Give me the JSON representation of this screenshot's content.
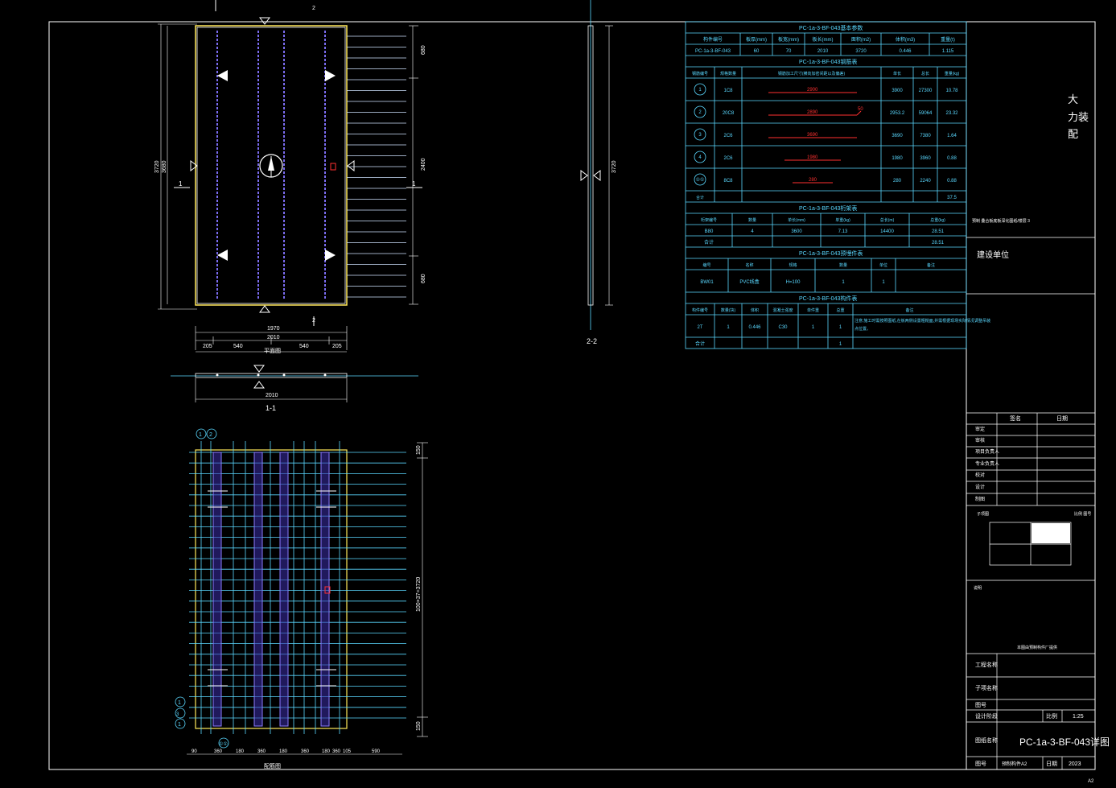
{
  "drawing": {
    "title": "PC-1a-3-BF-043详图",
    "scale": "1:25",
    "date": "2023",
    "sheet_corner": "A2",
    "company_vertical": [
      "大",
      "力装",
      "配"
    ],
    "construction_unit": "建设单位"
  },
  "views": {
    "plan_dims": {
      "bottom_total": "2010",
      "bottom_inner": "1970",
      "left_total": "3720",
      "left_inner": "3680",
      "right_top": "680",
      "right_mid": "2400",
      "right_bot": "680",
      "segs": [
        "205",
        "540",
        "540",
        "205"
      ],
      "plan_label": "平面图",
      "rebar_label": "配筋图"
    },
    "section_11": {
      "label": "1-1",
      "width": "2010"
    },
    "section_22": {
      "label": "2-2",
      "height": "3720"
    },
    "rebar_dims": {
      "right_total": "100×37=3720",
      "right_top": "150",
      "right_bot": "150",
      "bottom_segs": [
        "90",
        "360",
        "180",
        "360",
        "180",
        "360",
        "180",
        "360",
        "105",
        "590"
      ]
    },
    "callouts": [
      "1",
      "2",
      "3",
      "1",
      "1",
      "1",
      "①①"
    ],
    "mark_1": "1",
    "mark_2": "2",
    "mark_3": "3",
    "mark_4": "4",
    "mark_5": "①①"
  },
  "tables": {
    "basic": {
      "title": "PC-1a-3-BF-043基本参数",
      "headers": [
        "构件编号",
        "板厚(mm)",
        "板宽(mm)",
        "板长(mm)",
        "面积(m2)",
        "体积(m3)",
        "重量(t)"
      ],
      "row": [
        "PC-1a-3-BF-043",
        "60",
        "70",
        "2010",
        "3720",
        "0.446",
        "1.115"
      ]
    },
    "rebar": {
      "title": "PC-1a-3-BF-043钢筋表",
      "headers": [
        "钢筋编号",
        "规格数量",
        "钢筋加工尺寸(横向加密间距以及偏差)",
        "单长",
        "总长",
        "重量(kg)"
      ],
      "rows": [
        {
          "no": "1",
          "spec": "1C8",
          "shape": "2900",
          "len": "3900",
          "total": "27300",
          "wt": "10.78"
        },
        {
          "no": "2",
          "spec": "20C8",
          "shape": "2890",
          "len": "2953.2",
          "total": "59064",
          "wt": "23.32"
        },
        {
          "no": "3",
          "spec": "2C6",
          "shape": "3690",
          "len": "3690",
          "total": "7380",
          "wt": "1.64"
        },
        {
          "no": "4",
          "spec": "2C6",
          "shape": "1980",
          "len": "1980",
          "total": "3960",
          "wt": "0.88"
        },
        {
          "no": "①①",
          "spec": "8C8",
          "shape": "280",
          "len": "280",
          "total": "2240",
          "wt": "0.88"
        }
      ],
      "sum_label": "合计",
      "sum_value": "37.5",
      "shape_hook": "50"
    },
    "truss": {
      "title": "PC-1a-3-BF-043桁架表",
      "headers": [
        "桁架编号",
        "数量",
        "单长(mm)",
        "单重(kg)",
        "总长(m)",
        "总重(kg)"
      ],
      "row": [
        "B80",
        "4",
        "3600",
        "7.13",
        "14400",
        "28.51"
      ],
      "sum": [
        "合计",
        "",
        "",
        "",
        "",
        "28.51"
      ]
    },
    "embed": {
      "title": "PC-1a-3-BF-043预埋件表",
      "headers": [
        "编号",
        "名称",
        "规格",
        "数量",
        "单位",
        "备注"
      ],
      "row": [
        "BW01",
        "PVC线盒",
        "H=100",
        "1",
        "1",
        ""
      ]
    },
    "lift": {
      "title": "PC-1a-3-BF-043构件表",
      "headers": [
        "构件编号",
        "数量(块)",
        "体积",
        "混凝土强度",
        "单件重",
        "总重",
        "备注"
      ],
      "row": [
        "2T",
        "1",
        "0.446",
        "C30",
        "1",
        "1",
        "注意:施工时需按照图纸,在板两侧设置粗糙面,并需根据现场实际情况调整吊装点位置。"
      ],
      "sum": [
        "合计",
        "",
        "",
        "",
        "",
        "1",
        ""
      ]
    }
  },
  "title_block": {
    "sign_headers": [
      "签名",
      "日期"
    ],
    "sign_rows": [
      "审定",
      "审核",
      "项目负责人",
      "专业负责人",
      "校对",
      "设计",
      "制图"
    ],
    "key_label": "子项图",
    "key_right": "比例 图号",
    "note_label": "说明",
    "note_small": "本图由预制构件厂提供",
    "project_label": "工程名称",
    "sub_label": "子项名称",
    "drawing_no_label": "图号",
    "scale_label": "比例",
    "design_stage_label": "设计阶段",
    "drawing_name_label": "图纸名称",
    "sheet_label": "图号",
    "date_label": "日期",
    "sheet_value": "预制构件A2",
    "small_left_text": "预制 叠合板底板深化图纸/楼层 3",
    "construction_unit": "建设单位"
  }
}
